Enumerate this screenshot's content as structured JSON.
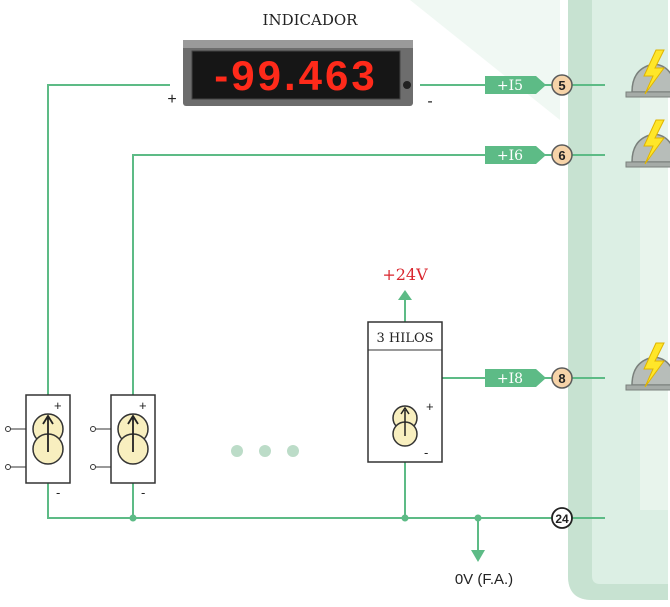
{
  "indicator": {
    "title": "INDICADOR",
    "reading": "-99.463",
    "plus": "+",
    "minus": "-"
  },
  "inputs": [
    {
      "label": "+I5",
      "terminal": "5"
    },
    {
      "label": "+I6",
      "terminal": "6"
    },
    {
      "label": "+I8",
      "terminal": "8"
    }
  ],
  "common": {
    "terminal": "24",
    "ground_label": "0V (F.A.)"
  },
  "supply": {
    "label": "+24V"
  },
  "three_wire": {
    "label": "3 HILOS",
    "plus": "+",
    "minus": "-"
  },
  "two_wire_sources": [
    {
      "plus": "+",
      "minus": "-"
    },
    {
      "plus": "+",
      "minus": "-"
    }
  ],
  "colors": {
    "wire": "#5dbb86",
    "panel": "#dcefe4",
    "panel_edge": "#c7e2d1",
    "terminal_fill": "#f6d3a8",
    "source_fill": "#f8efbf",
    "label_box": "#5dbb86",
    "supply_text": "#d9262e",
    "display_digits": "#ff2a1a",
    "ellipsis_dots": "#bcdcc8"
  },
  "icons": [
    "zener-barrier-icon"
  ]
}
